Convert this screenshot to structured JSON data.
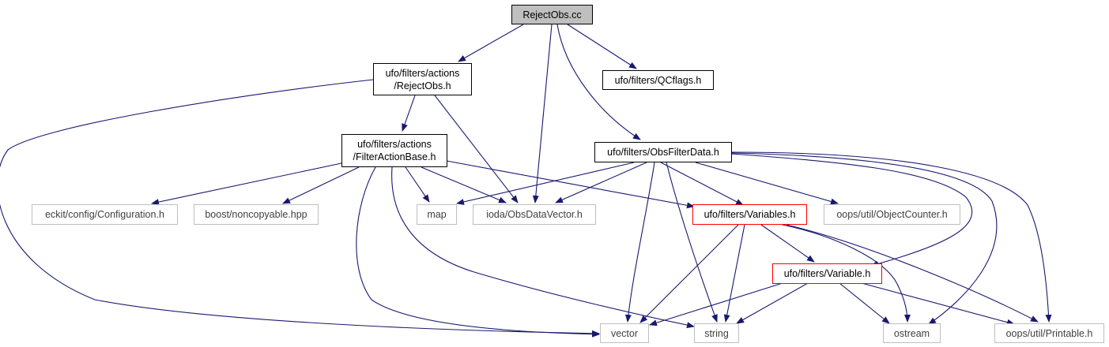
{
  "colors": {
    "edge": "#191970",
    "root_fill": "#bfbfbf",
    "node_border": "#000000",
    "external_border": "#bfbfbf",
    "incomplete_border": "#ff0000"
  },
  "nodes": {
    "reject_obs_cc": "RejectObs.cc",
    "reject_obs_h_line1": "ufo/filters/actions",
    "reject_obs_h_line2": "/RejectObs.h",
    "qcflags_h": "ufo/filters/QCflags.h",
    "filter_action_base_h_line1": "ufo/filters/actions",
    "filter_action_base_h_line2": "/FilterActionBase.h",
    "obs_filter_data_h": "ufo/filters/ObsFilterData.h",
    "eckit_configuration_h": "eckit/config/Configuration.h",
    "boost_noncopyable_hpp": "boost/noncopyable.hpp",
    "map": "map",
    "ioda_obs_data_vector_h": "ioda/ObsDataVector.h",
    "ufo_variables_h": "ufo/filters/Variables.h",
    "oops_object_counter_h": "oops/util/ObjectCounter.h",
    "ufo_variable_h": "ufo/filters/Variable.h",
    "vector": "vector",
    "string": "string",
    "ostream": "ostream",
    "oops_printable_h": "oops/util/Printable.h"
  }
}
